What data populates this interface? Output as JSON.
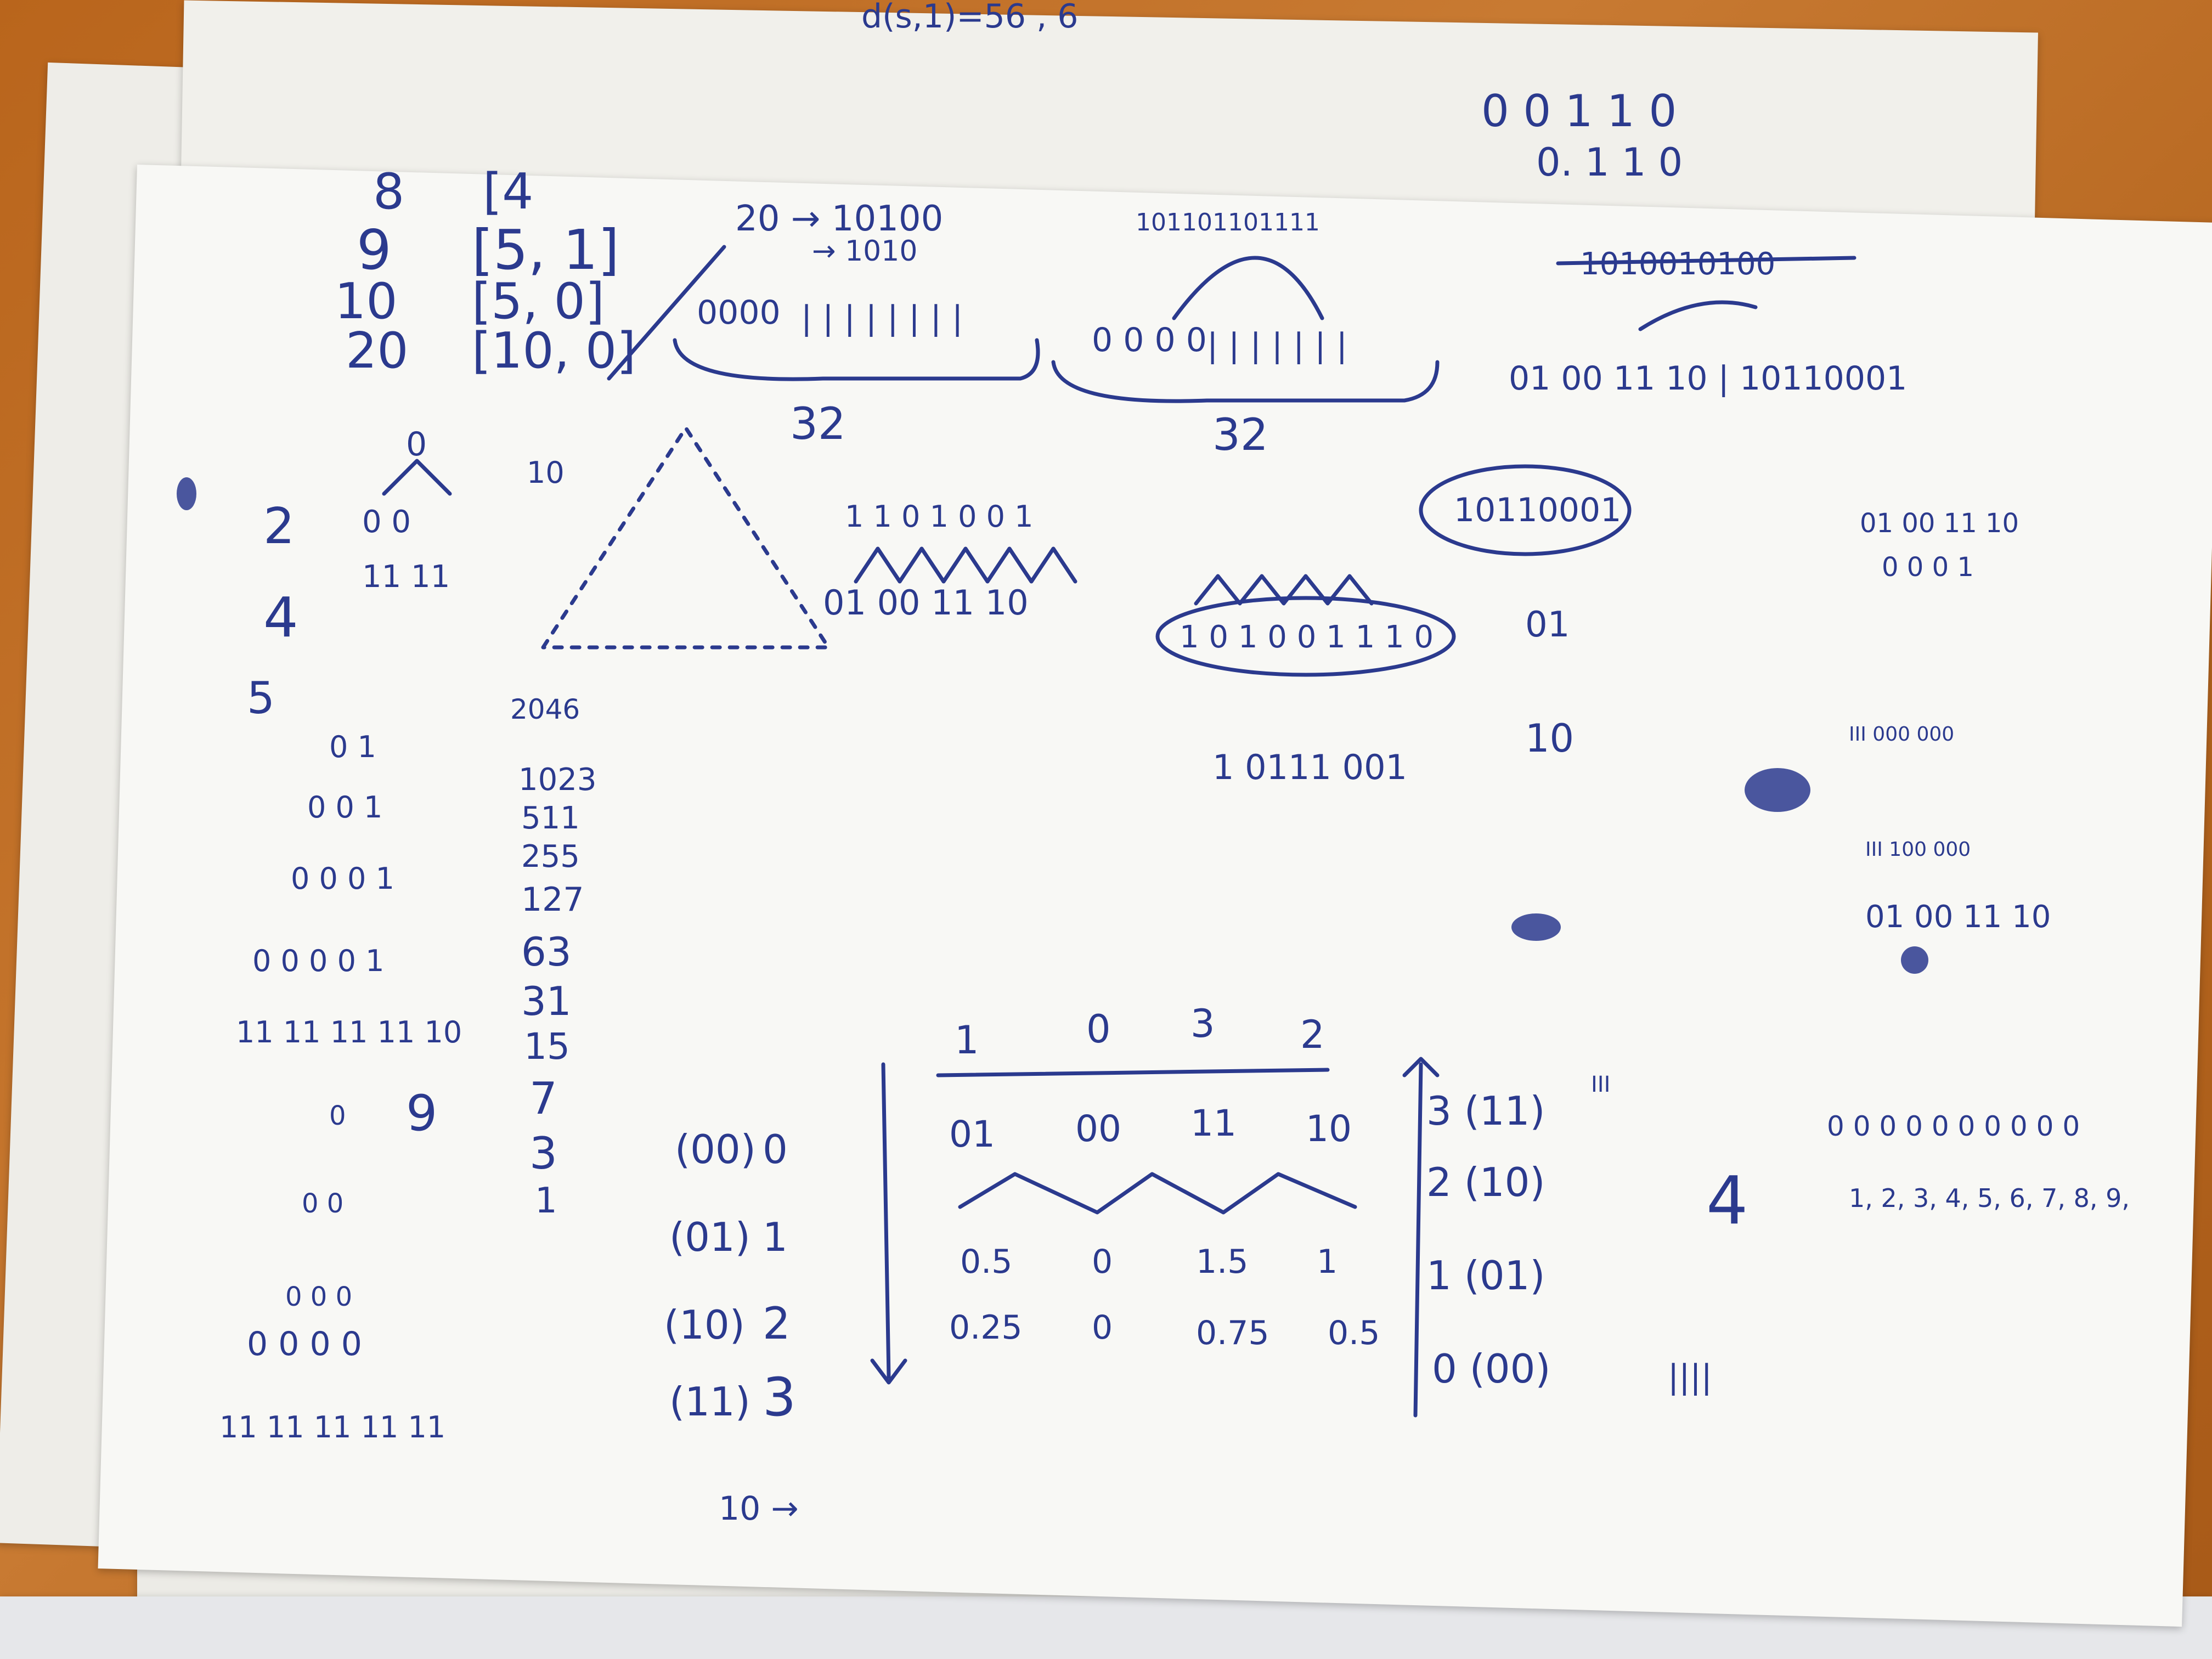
{
  "colors": {
    "desk": "#c07028",
    "paper": "#f8f8f5",
    "ink": "#2b3a8e"
  },
  "notes": {
    "top_map": [
      {
        "left": "8",
        "right": "[4"
      },
      {
        "left": "9",
        "right": "[5, 1]"
      },
      {
        "left": "10",
        "right": "[5, 0]"
      },
      {
        "left": "20",
        "right": "[10, 0]"
      }
    ],
    "bin_20": "20 → 10100",
    "bin_20b": "→ 1010",
    "seq_left": "0000",
    "seq_mid": "0 0 0 0",
    "label_32a": "32",
    "label_32b": "32",
    "bits_top": "101101101111",
    "crossed_bits": "1010010100",
    "bits_split": "01 00 11 10 | 10110001",
    "oval_bits": "10110001",
    "row_bits": "1 1 0 1 0 0 1",
    "pairs": "01   00   11   10",
    "oval2": "1 0 1 0 0 1 1 1 0",
    "pairs_right": "01  00  11  10",
    "pairs_right2": "0  0  0  1",
    "pair_01": "01",
    "one_zero": "10",
    "bits_mid": "1 0111 001",
    "powers": [
      "2046",
      "1023",
      "511",
      "255",
      "127",
      "63",
      "31",
      "15",
      "7",
      "3",
      "1"
    ],
    "levels": [
      "2",
      "4",
      "5"
    ],
    "nine": "9",
    "ten": "10",
    "codes": [
      {
        "code": "(00)",
        "val": "0"
      },
      {
        "code": "(01)",
        "val": "1"
      },
      {
        "code": "(10)",
        "val": "2"
      },
      {
        "code": "(11)",
        "val": "3"
      }
    ],
    "top_digits": [
      "1",
      "0",
      "3",
      "2"
    ],
    "pair_row": [
      "01",
      "00",
      "11",
      "10"
    ],
    "half_row": [
      "0.5",
      "0",
      "1.5",
      "1"
    ],
    "quarter_row": [
      "0.25",
      "0",
      "0.75",
      "0.5"
    ],
    "code_rev": [
      "3 (11)",
      "2 (10)",
      "1 (01)",
      "0 (00)"
    ],
    "four": "4",
    "tally": "||||",
    "zeros_row": "0 0 0 0    0 0 0 0 0 0",
    "counting": "1, 2, 3, 4, 5, 6, 7, 8, 9,",
    "pairs_lower": "01  00  11  10",
    "bottom_ten": "10 →",
    "top_small": "d(s,1)=56 , 6",
    "iii": "III",
    "small_trees": "III 000 000",
    "small_trees2": "III 100 000"
  }
}
